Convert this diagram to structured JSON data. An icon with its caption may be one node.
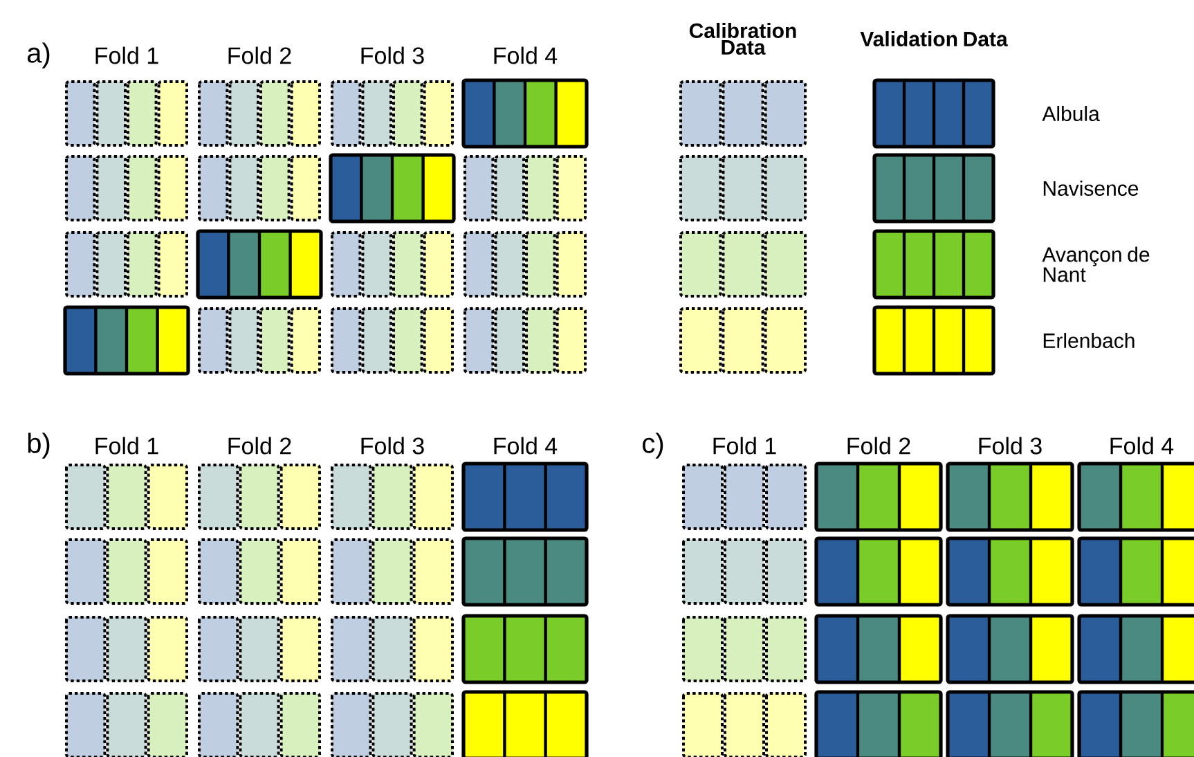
{
  "diagram": {
    "labels": [
      "a)",
      "Fold 1",
      "Fold 2",
      "Fold 3",
      "Fold 4",
      "Calibration Data",
      "Validation Data",
      "b)",
      "Fold 1",
      "Fold 2",
      "Fold 3",
      "Fold 4",
      "c)",
      "Fold 1",
      "Fold 2",
      "Fold 3",
      "Fold 4"
    ],
    "legend": [
      {
        "text": "Albula",
        "color": "#2a5d9a"
      },
      {
        "text": "Navisence",
        "color": "#4a8a80"
      },
      {
        "text": "Avançon de Nant",
        "color": "#7acc28"
      },
      {
        "text": "Erlenbach",
        "color": "#ffff00"
      }
    ]
  }
}
